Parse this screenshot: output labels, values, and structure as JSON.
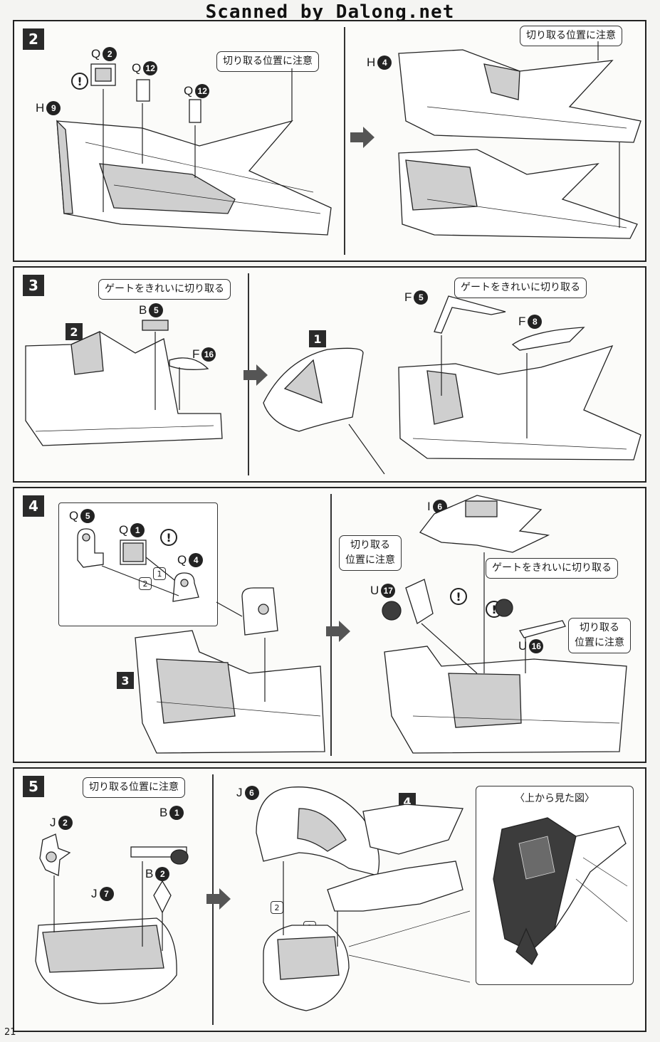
{
  "watermark": "Scanned by Dalong.net",
  "page_number": "21",
  "warning_symbol": "!",
  "steps": [
    {
      "number": "2",
      "left": {
        "callout": "切り取る位置に注意",
        "parts": [
          {
            "letter": "Q",
            "num": "2"
          },
          {
            "letter": "Q",
            "num": "12"
          },
          {
            "letter": "Q",
            "num": "12"
          },
          {
            "letter": "H",
            "num": "9"
          }
        ]
      },
      "right": {
        "callout": "切り取る位置に注意",
        "parts": [
          {
            "letter": "H",
            "num": "4"
          }
        ]
      }
    },
    {
      "number": "3",
      "left": {
        "callout": "ゲートをきれいに切り取る",
        "ref": "2",
        "parts": [
          {
            "letter": "B",
            "num": "5"
          },
          {
            "letter": "F",
            "num": "16"
          }
        ]
      },
      "middle": {
        "ref": "1"
      },
      "right": {
        "callout": "ゲートをきれいに切り取る",
        "parts": [
          {
            "letter": "F",
            "num": "5"
          },
          {
            "letter": "F",
            "num": "8"
          }
        ]
      }
    },
    {
      "number": "4",
      "left": {
        "ref": "3",
        "parts": [
          {
            "letter": "Q",
            "num": "5"
          },
          {
            "letter": "Q",
            "num": "1"
          },
          {
            "letter": "Q",
            "num": "4"
          }
        ],
        "order": [
          "1",
          "2"
        ]
      },
      "right": {
        "callout_top": "ゲートをきれいに切り取る",
        "callout_left": "切り取る\n位置に注意",
        "callout_right": "切り取る\n位置に注意",
        "parts": [
          {
            "letter": "I",
            "num": "6"
          },
          {
            "letter": "U",
            "num": "17"
          },
          {
            "letter": "U",
            "num": "16"
          }
        ]
      }
    },
    {
      "number": "5",
      "left": {
        "callout": "切り取る位置に注意",
        "parts": [
          {
            "letter": "J",
            "num": "2"
          },
          {
            "letter": "B",
            "num": "1"
          },
          {
            "letter": "B",
            "num": "2"
          },
          {
            "letter": "J",
            "num": "7"
          }
        ]
      },
      "right": {
        "ref": "4",
        "parts": [
          {
            "letter": "J",
            "num": "6"
          }
        ],
        "order": [
          "2",
          "1"
        ],
        "view_title": "〈上から見た図〉"
      }
    }
  ]
}
